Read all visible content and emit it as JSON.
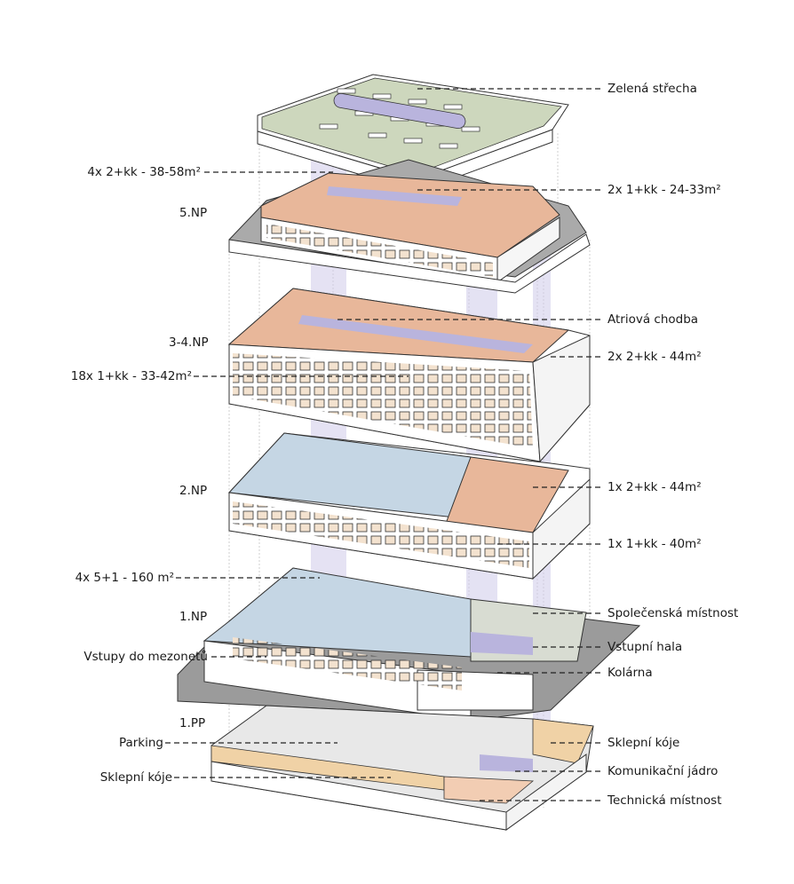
{
  "colors": {
    "roof_green": "#cdd7bd",
    "apartment_orange": "#e8b79a",
    "apartment_orange_light": "#f2cdb3",
    "corridor_purple": "#b9b4dd",
    "maisonette_blue": "#c5d6e4",
    "common_grey": "#d8dcd2",
    "ground_slab": "#9b9b9b",
    "cellar_beige": "#f0d2a6",
    "wall_white": "#ffffff",
    "line": "#333333"
  },
  "floors": {
    "np5": "5.NP",
    "np34": "3-4.NP",
    "np2": "2.NP",
    "np1": "1.NP",
    "pp1": "1.PP"
  },
  "labels": {
    "zelena_strecha": "Zelená střecha",
    "u5_2kk": "4x 2+kk - 38-58m²",
    "u5_1kk": "2x 1+kk - 24-33m²",
    "atriova_chodba": "Atriová chodba",
    "u34_1kk": "18x 1+kk - 33-42m²",
    "u34_2kk": "2x 2+kk - 44m²",
    "u2_2kk": "1x 2+kk - 44m²",
    "u2_1kk": "1x 1+kk - 40m²",
    "mezonety": "4x 5+1 - 160 m²",
    "spolecenska": "Společenská místnost",
    "vstupni_hala": "Vstupní hala",
    "vstupy": "Vstupy do mezonetů",
    "kolarna": "Kolárna",
    "parking": "Parking",
    "sklepni_koje_r": "Sklepní kóje",
    "sklepni_koje_l": "Sklepní kóje",
    "komunikacni": "Komunikační jádro",
    "technicka": "Technická místnost"
  }
}
